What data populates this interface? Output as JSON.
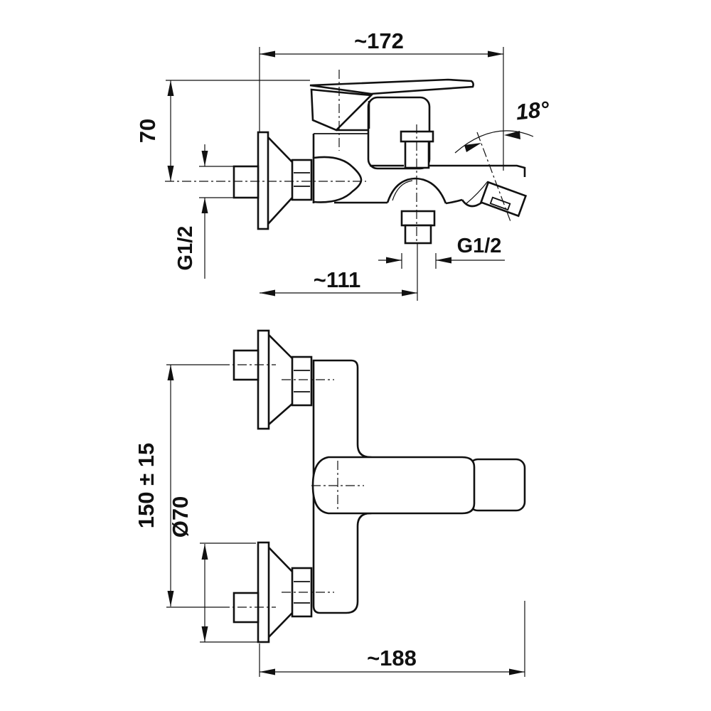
{
  "drawing": {
    "background": "#ffffff",
    "line_color": "#111111",
    "top_view": {
      "title": "side-profile-view-of-wall-mounted-bath-mixer",
      "dimensions": {
        "overall_depth": "~172",
        "handle_height": "70",
        "wall_inlet_thread": "G1/2",
        "spout_angle": "18°",
        "shower_outlet_thread": "G1/2",
        "spout_reach": "~111"
      }
    },
    "front_view": {
      "title": "front-elevation-view-of-wall-mounted-bath-mixer",
      "dimensions": {
        "inlet_centre_spacing": "150 ± 15",
        "escutcheon_diameter": "Ø70",
        "overall_width": "~188"
      }
    }
  }
}
